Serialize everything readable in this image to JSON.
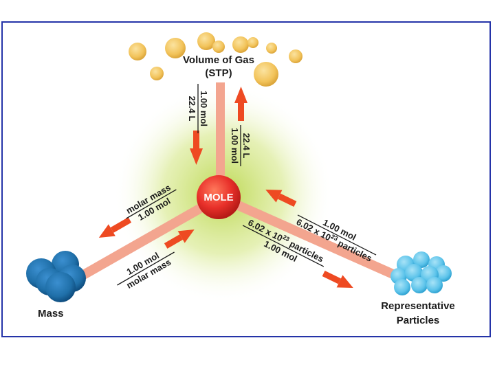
{
  "diagram": {
    "center_label": "MOLE",
    "nodes": {
      "gas": {
        "line1": "Volume of Gas",
        "line2": "(STP)"
      },
      "mass": {
        "label": "Mass"
      },
      "particles": {
        "line1": "Representative",
        "line2": "Particles"
      }
    },
    "conversions": {
      "gas_in": {
        "top": "1.00 mol",
        "bottom": "22.4 L"
      },
      "gas_out": {
        "top": "22.4 L",
        "bottom": "1.00 mol"
      },
      "mass_out": {
        "top": "molar mass",
        "bottom": "1.00 mol"
      },
      "mass_in": {
        "top": "1.00 mol",
        "bottom": "molar mass"
      },
      "particles_in": {
        "top": "1.00 mol",
        "bottom_prefix": "6.02 x 10",
        "bottom_exp": "23",
        "bottom_suffix": " particles"
      },
      "particles_out": {
        "top_prefix": "6.02 x 10",
        "top_exp": "23",
        "top_suffix": " particles",
        "bottom": "1.00 mol"
      }
    },
    "colors": {
      "frame": "#2433a8",
      "mole": "#e8302a",
      "arrow": "#ee4a22",
      "spoke": "#f3a58f",
      "gas_bubbles": "#f2c35a",
      "mass_spheres": "#1f6fa8",
      "particle_spheres": "#5cc3ea",
      "glow": "#cfe27a"
    }
  }
}
